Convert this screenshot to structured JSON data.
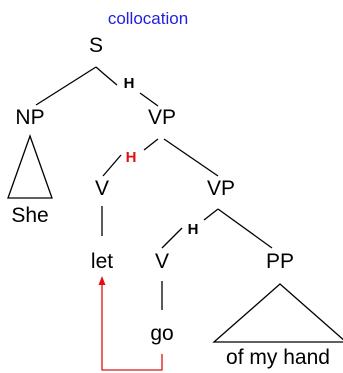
{
  "diagram": {
    "title": "collocation",
    "nodes": {
      "s": "S",
      "np": "NP",
      "vp1": "VP",
      "v1": "V",
      "vp2": "VP",
      "v2": "V",
      "pp": "PP"
    },
    "leaves": {
      "she": "She",
      "let": "let",
      "go": "go",
      "pp_text": "of my hand"
    },
    "head_markers": {
      "h1": "H",
      "h2": "H",
      "h3": "H"
    },
    "colors": {
      "title": "#1f1fe0",
      "collocation_arrow": "#e01010",
      "highlighted_head": "#e01010"
    }
  }
}
